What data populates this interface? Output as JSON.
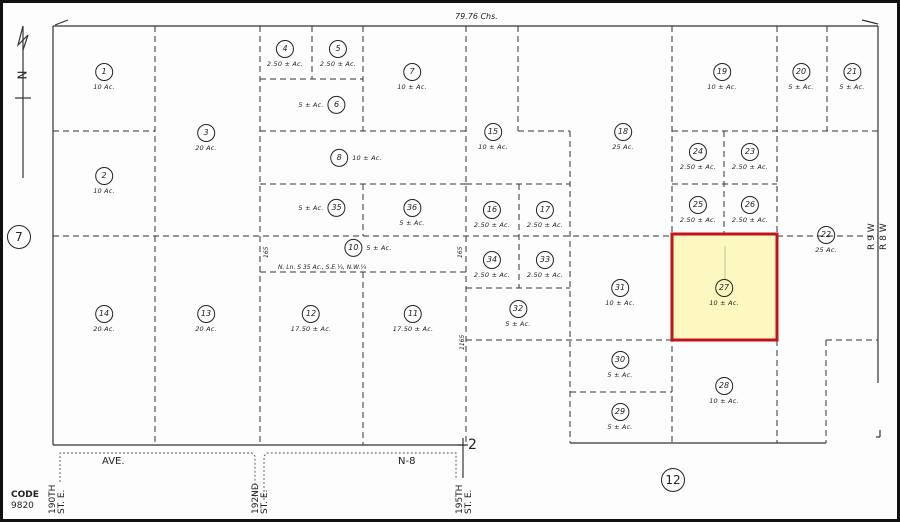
{
  "map": {
    "top_dimension": "79.76 Chs.",
    "north_label": "N",
    "section_left": "7",
    "section_bottom": "12",
    "corner_label": "2",
    "range_labels": [
      "R 9 W",
      "R 8 W"
    ],
    "code_label": "CODE",
    "code_value": "9820",
    "road_label_ave": "AVE.",
    "road_label_n8": "N-8",
    "street_labels": [
      {
        "line1": "190TH",
        "line2": "ST. E."
      },
      {
        "line1": "192ND",
        "line2": "ST. E."
      },
      {
        "line1": "195TH",
        "line2": "ST. E."
      }
    ],
    "dimension_165_a": "165",
    "dimension_165_b": "165",
    "dimension_1165": "1165",
    "note_10": "N. Ln. S 35 Ac., S.E.¼, N.W.¼",
    "highlight_color": "#fdf8c0",
    "highlight_border": "#c0161b",
    "highlighted_parcel": "27"
  },
  "parcels": [
    {
      "id": "1",
      "acres": "10 Ac."
    },
    {
      "id": "2",
      "acres": "10 Ac."
    },
    {
      "id": "3",
      "acres": "20 Ac."
    },
    {
      "id": "4",
      "acres": "2.50 ± Ac."
    },
    {
      "id": "5",
      "acres": "2.50 ± Ac."
    },
    {
      "id": "6",
      "acres": "5 ± Ac."
    },
    {
      "id": "7",
      "acres": "10 ± Ac."
    },
    {
      "id": "8",
      "acres": "10 ± Ac."
    },
    {
      "id": "10",
      "acres": "5 ± Ac."
    },
    {
      "id": "11",
      "acres": "17.50 ± Ac."
    },
    {
      "id": "12",
      "acres": "17.50 ± Ac."
    },
    {
      "id": "13",
      "acres": "20 Ac."
    },
    {
      "id": "14",
      "acres": "20 Ac."
    },
    {
      "id": "15",
      "acres": "10 ± Ac."
    },
    {
      "id": "16",
      "acres": "2.50 ± Ac."
    },
    {
      "id": "17",
      "acres": "2.50 ± Ac."
    },
    {
      "id": "18",
      "acres": "25 Ac."
    },
    {
      "id": "19",
      "acres": "10 ± Ac."
    },
    {
      "id": "20",
      "acres": "5 ± Ac."
    },
    {
      "id": "21",
      "acres": "5 ± Ac."
    },
    {
      "id": "22",
      "acres": "25 Ac."
    },
    {
      "id": "23",
      "acres": "2.50 ± Ac."
    },
    {
      "id": "24",
      "acres": "2.50 ± Ac."
    },
    {
      "id": "25",
      "acres": "2.50 ± Ac."
    },
    {
      "id": "26",
      "acres": "2.50 ± Ac."
    },
    {
      "id": "27",
      "acres": "10 ± Ac."
    },
    {
      "id": "28",
      "acres": "10 ± Ac."
    },
    {
      "id": "29",
      "acres": "5 ± Ac."
    },
    {
      "id": "30",
      "acres": "5 ± Ac."
    },
    {
      "id": "31",
      "acres": "10 ± Ac."
    },
    {
      "id": "32",
      "acres": "5 ± Ac."
    },
    {
      "id": "33",
      "acres": "2.50 ± Ac."
    },
    {
      "id": "34",
      "acres": "2.50 ± Ac."
    },
    {
      "id": "35",
      "acres": "5 ± Ac."
    },
    {
      "id": "36",
      "acres": "5 ± Ac."
    }
  ]
}
